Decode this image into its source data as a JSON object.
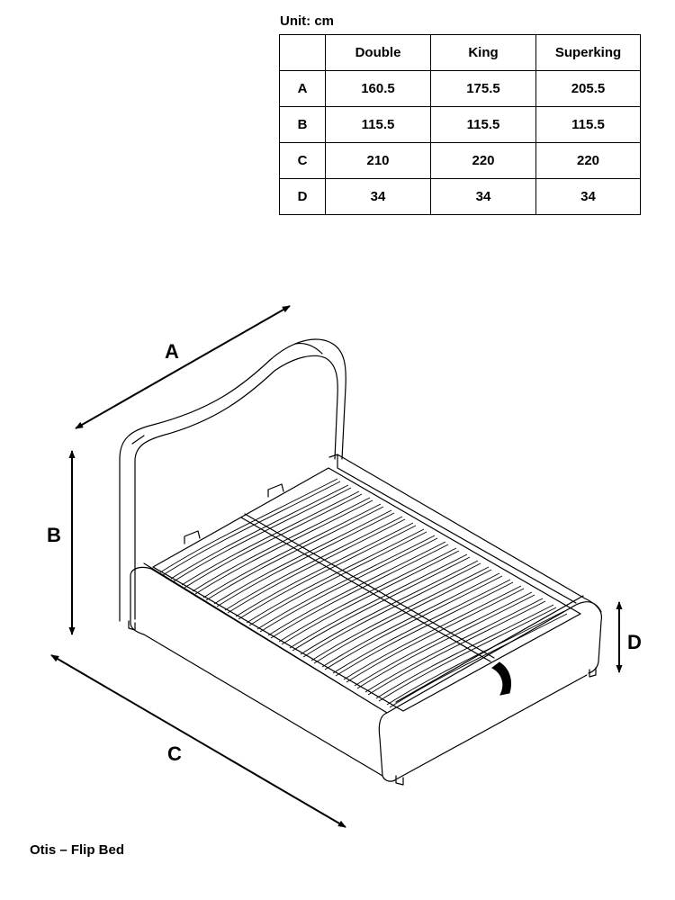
{
  "unit_label": "Unit: cm",
  "table": {
    "headers": [
      "",
      "Double",
      "King",
      "Superking"
    ],
    "rows": [
      [
        "A",
        "160.5",
        "175.5",
        "205.5"
      ],
      [
        "B",
        "115.5",
        "115.5",
        "115.5"
      ],
      [
        "C",
        "210",
        "220",
        "220"
      ],
      [
        "D",
        "34",
        "34",
        "34"
      ]
    ]
  },
  "dimension_labels": {
    "a": "A",
    "b": "B",
    "c": "C",
    "d": "D"
  },
  "caption": "Otis – Flip Bed"
}
